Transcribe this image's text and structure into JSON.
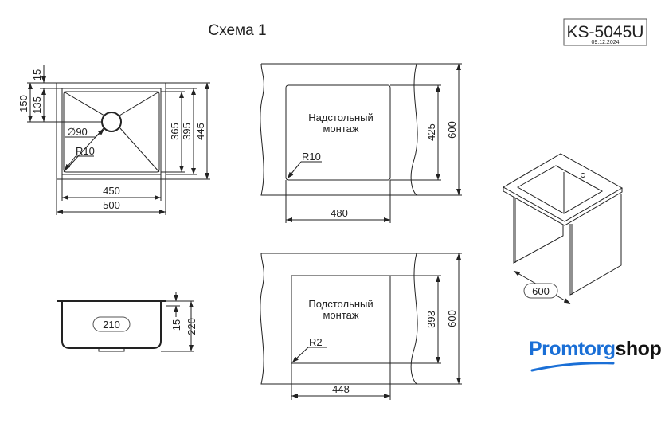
{
  "title": "Схема 1",
  "model": {
    "code": "KS-5045U",
    "date": "09.12.2024"
  },
  "top_view": {
    "dims": {
      "d15": "15",
      "d150": "150",
      "d135": "135",
      "d365": "365",
      "d395": "395",
      "d445": "445",
      "d450": "450",
      "d500": "500"
    },
    "drain": "∅90",
    "radius": "R10"
  },
  "overmount": {
    "line1": "Надстольный",
    "line2": "монтаж",
    "radius": "R10",
    "width": "480",
    "height_inner": "425",
    "height_outer": "600"
  },
  "undermount": {
    "line1": "Подстольный",
    "line2": "монтаж",
    "radius": "R2",
    "width": "448",
    "height_inner": "393",
    "height_outer": "600"
  },
  "side_view": {
    "depth": "210",
    "d15": "15",
    "d220": "220"
  },
  "cabinet": {
    "width": "600"
  },
  "logo": {
    "part1": "Promtorg",
    "part2": "shop",
    "brand_color": "#1a6fd6"
  }
}
